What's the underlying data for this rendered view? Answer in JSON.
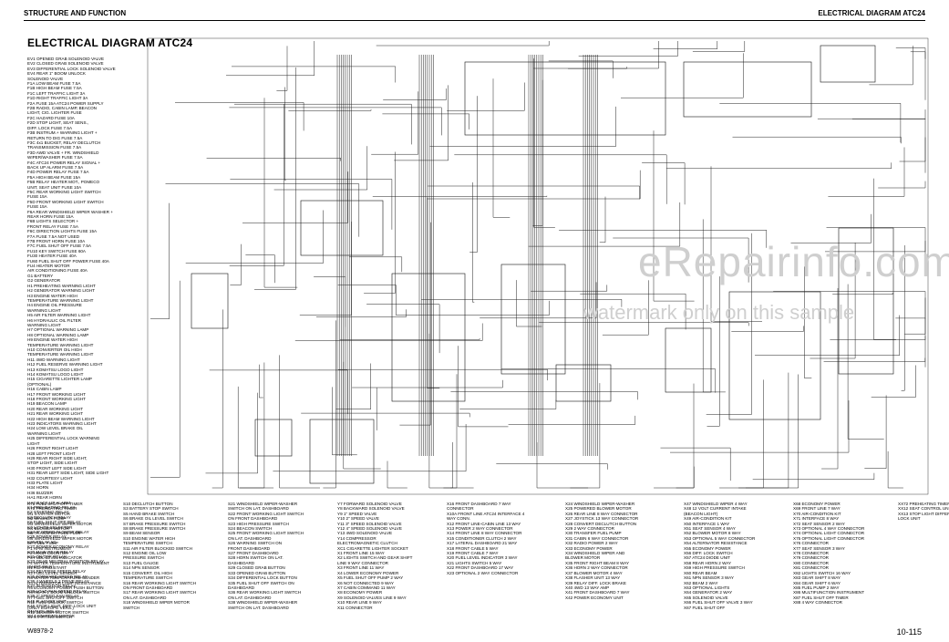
{
  "header": {
    "left": "STRUCTURE AND FUNCTION",
    "right": "ELECTRICAL DIAGRAM ATC24"
  },
  "title": "ELECTRICAL DIAGRAM ATC24",
  "legend": [
    "EV1  OPENED GRAB SOLENOID VALVE",
    "EV2  CLOSED GRAB SOLENOID VALVE",
    "EV3  DIFFERENTIAL LOCK SOLENOID VALVE",
    "EV4  REAR 1\" BOOM UNLOCK",
    "     SOLENOID VALVE",
    "F1A  LOW BEAM FUSE 7.5A",
    "F1B  HIGH BEAM FUSE 7.5A",
    "F1C  LEFT TRAFFIC LIGHT 3A",
    "F1D  RIGHT TRAFFIC LIGHT 3A",
    "F2A  FUSE 15A ATC24 POWER SUPPLY",
    "F2B  RADIO, CABIN LAMP, BEACON",
    "     LIGHT, CIG. LIGHTER FUSE",
    "F2C  HAZARD FUSE 10A",
    "F2D  STOP LIGHT, SEAT SENS.,",
    "     DIFF. LOCK FUSE 7.5A",
    "F3B  INSTRUM.+ WARNING LIGHT +",
    "     RETURN TO DIG FUSE 7.5A",
    "F3C  4x1 BUCKET, RELAY DECLUTCH",
    "     TRANSMISSION FUSE 7.5A",
    "F3D  AWD VALVE + FR. WINDSHIELD",
    "     WIPER/WASHER FUSE 7.5A",
    "F4C  ATC24 POWER RELAY SIGNAL +",
    "     BACK UP ALARM FUSE 7.5A",
    "F4D  POWER RELAY FUSE 7.5A",
    "F5A  HIGH BEAM FUSE 15A",
    "F5B  RELAY HEATER MOT., POMECO",
    "     UNIT, SEAT UNIT FUSE 10A",
    "F5C  REAR WORKING LIGHT SWITCH",
    "     FUSE 15A",
    "F5D  FRONT WORKING LIGHT SWITCH",
    "     FUSE 15A",
    "F6A  REAR WINDSHIELD WIPER WASHER +",
    "     REAR HORN FUSE 15A",
    "F6B  LIGHTS SELECTOR +",
    "     FRONT RELAY FUSE 7.5A",
    "F6C  DIRECTION LIGHTS FUSE 15A",
    "F7A  FUSE 7.5A NOT USED",
    "F7B  FRONT HORN FUSE 10A",
    "F7C  FUEL SHUT OFF FUSE 7.5A",
    "FU10 KEY SWITCH FUSE 60A",
    "FU30 HEATER FUSE 40A",
    "FU60 FUEL SHUT OFF POWER FUSE 40A",
    "FU4  HEATER MOTOR",
    "     AIR CONDITIONING FUSE 40A",
    "G1   BATTERY",
    "G2   GENERATOR",
    "H1   PREHEATING WARNING LIGHT",
    "H2   GENERATOR WARNING LIGHT",
    "H3   ENGINE WATER HIGH",
    "     TEMPERATURE WARNING LIGHT",
    "H4   ENGINE OIL PRESSURE",
    "     WARNING LIGHT",
    "H5   AIR FILTER WARNING LIGHT",
    "H6   HYDRAULIC OIL FILTER",
    "     WARNING LIGHT",
    "H7   OPTIONAL WARNING LAMP",
    "H8   OPTIONAL WARNING LAMP",
    "H9   ENGINE WATER HIGH",
    "     TEMPERATURE WARNING LIGHT",
    "H10  CONVERTER OIL HIGH",
    "     TEMPERATURE WARNING LIGHT",
    "H11  4WD WARNING LIGHT",
    "H12  FUEL RESERVE WARNING LIGHT",
    "H13  KOMATSU LOGO LIGHT",
    "H14  KOMATSU LOGO LIGHT",
    "H15  CIGARETTE LIGHTER LAMP",
    "     (OPTIONAL)",
    "H16  CABIN LAMP",
    "H17  FRONT WORKING LIGHT",
    "H18  FRONT WORKING LIGHT",
    "H19  BEACON LAMP",
    "H20  REAR WORKING LIGHT",
    "H21  REAR WORKING LIGHT",
    "H22  HIGH BEAM WARNING LIGHT",
    "H23  INDICATORS WARNING LIGHT",
    "H24  LOW LEVEL BRAKE OIL",
    "     WARNING LIGHT",
    "H25  DIFFERENTIAL LOCK WARNING",
    "     LIGHT",
    "H26  FRONT RIGHT LIGHT",
    "H28  LEFT FRONT LIGHT",
    "H29  REAR RIGHT SIDE LIGHT,",
    "     STOP LIGHT, SIDE LIGHT",
    "H30  FRONT LEFT SIDE LIGHT",
    "H31  REAR LEFT SIDE LIGHT, SIDE LIGHT",
    "H32  COURTESY LIGHT",
    "H33  PLATE LIGHT",
    "H34  HORN",
    "H36  BUZZER",
    "HA1  REAR HORN",
    "HA2  BACK UP ALARM",
    "K1   PREHEATING RELAY",
    "K2   STARTING RELAY",
    "K3   DECLUTCH RELAY",
    "K6   FUEL SHUT OFF RELAY",
    "K7   LIGHTS SELECTOR",
    "K24  3\" SPEED BLOWER RELAY",
    "K25  POWER RELAY",
    "K26  RELAY AC",
    "K27  POWER ECONOMY RELAY",
    "K30  MAIN REAR RELAY",
    "K31  ON/OFF RELAY",
    "K33  GEAR NEUTRAL POSITION RELAY",
    "     (SHIFT ON N)",
    "K34  REVERSE SPEED RELAY",
    "K35  FORWARD SPEED RELAY",
    "K36  4 WHEELS 2 DRIVE RELAY",
    "K37  IN POSITION RELAY",
    "K38  LOAD FAN SPEED RELAY",
    "K39  2\" SPEED FAN RELAY",
    "K45  FLASHER UNIT",
    "K46  STOP LIGHT, DIFF. LOCK UNIT",
    "     ON FUEL RELAY",
    "W14  STARTING MOTOR"
  ],
  "columns": [
    [
      "K71  FUEL SHUT OFF TIMER",
      "K75  PREHEATING TIMER",
      "M1   STARTER MOTOR",
      "M2   WASHER PUMP",
      "M3   WINDSHIELD WIPER MOTOR",
      "M4   BLOWER MOTOR",
      "M5   TRANSFER FUEL PUMP",
      "M6   WINDSHIELD WIPER MOTOR",
      "M7   FUEL PUMP",
      "P1   RPM INSTRUMENT",
      "P2   HOUR COUNTER",
      "P3   FUEL LEVEL INDICATOR",
      "P4   WATER TEMPERATURE INSTRUMENT",
      "R1   HEATING START",
      "R2   FUEL LEVEL SENDER",
      "R3   WATER TEMPERATURE SENDER",
      "R4   ALTERNATOR LAMP RESISTANCE",
      "R5   ECONOMY POWER PUSH BUTTON",
      "R6   REAR 1\"BOOM UNLOCK SWITCH",
      "R7   FUEL SHUTOFF SWITCH",
      "R11  FUEL UNLOCK SWITCH",
      "     (ONLY EUROPE VERS.)",
      "R12  BLOWER MOTOR SWITCH",
      "S1   STARTING SWITCH"
    ],
    [
      "S10  DECLUTCH BUTTON",
      "S3   BATTERY STOP SWITCH",
      "S5   HAND BRAKE SWITCH",
      "S6   BRAKE OIL LEVEL SWITCH",
      "S7   BRAKE PRESSURE SWITCH",
      "S8   BRAKE PRESSURE SWITCH",
      "S9   BEAM SENSOR",
      "S10  ENGINE WATER HIGH",
      "     TEMPERATURE SWITCH",
      "S11  AIR FILTER BLOCKED SWITCH",
      "S12  ENGINE OIL LOW",
      "     PRESSURE SWITCH",
      "S13  FUEL GAUGE",
      "S14  NPN SENSOR",
      "S15  CONVERT. OIL HIGH",
      "     TEMPERATURE SWITCH",
      "S16  REAR WORKING LIGHT SWITCH",
      "     ON FRONT DASHBOARD",
      "S17  REAR WORKING LIGHT SWITCH",
      "     ON LAT. DASHBOARD",
      "S18  WINDSHIELD WIPER MOTOR",
      "     SWITCH"
    ],
    [
      "S21  WINDSHIELD WIPER-WASHER",
      "     SWITCH ON LAT. DASHBOARD",
      "S22  FRONT WORKING LIGHT SWITCH",
      "     ON FRONT DASHBOARD",
      "S23  HIGH PRESSURE SWITCH",
      "S24  BEACON SWITCH",
      "S25  FRONT WORKING LIGHT SWITCH",
      "     ON LAT. DASHBOARD",
      "S26  WARNING SWITCH ON",
      "     FRONT DASHBOARD",
      "S27  FRONT DASHBOARD",
      "S28  HORN SWITCH ON LAT.",
      "     DASHBOARD",
      "S29  CLOSED GRAB BUTTON",
      "S33  OPENED GRAB BUTTON",
      "S34  DIFFERENTIAL LOCK BUTTON",
      "S35  FUEL SHUT OFF SWITCH ON",
      "     DASHBOARD",
      "S36  REAR WORKING LIGHT SWITCH",
      "     ON LAT. DASHBOARD",
      "S38  WINDSHIELD WIPER-WASHER",
      "     SWITCH ON LAT. DASHBOARD"
    ],
    [
      "Y7   FORWARD SOLENOID VALVE",
      "Y8   BACKWARD SOLENOID VALVE",
      "Y9   1\" SPEED VALVE",
      "Y10  2\" SPEED VALVE",
      "Y11  3\" SPEED SOLENOID VALVE",
      "Y12  4\" SPEED SOLENOID VALVE",
      "Y13  4WD SOLENOID VALVE",
      "Y14  COMPRESSOR",
      "     ELECTROMAGNETIC CLUTCH",
      "XC1  CIGARETTE LIGHTER SOCKET",
      "X1   FRONT LINE 15 WAY",
      "X2   LIGHTS SWITCH AND GEAR SHIFT",
      "     LINE 9 WAY CONNECTOR",
      "X3   FRONT LINE 11 WAY",
      "X4   LOWER ECONOMY POWER",
      "X5   FUEL SHUT OFF PUMP 2 WAY",
      "X6   NOT CONNECTED 9 WAY",
      "X7   CABIN COMMAND 11 WAY",
      "X8   ECONOMY POWER",
      "X9   SOLENOID VALVES LINE 9 WAY",
      "X10  REAR LINE 9 WAY",
      "X11  CONNECTOR"
    ],
    [
      "X16  FRONT DASHBOARD 7 WAY",
      "     CONNECTOR",
      "X10A FRONT LINE ATC24 INTERFACE 4",
      "     WAY CONN.",
      "X12  FRONT LINE-CABIN LINE 13 WAY",
      "X13  POWER 2 WAY CONNECTOR",
      "X14  FRONT LINE 8 WAY CONNECTOR",
      "X15  CONDITIONER CLUTCH 2 WAY",
      "X17  LATERAL DASHBOARD 21 WAY",
      "X18  FRONT CABLE 5 WAY",
      "X19  FRONT CABLE 7 WAY",
      "X20  FUEL LEVEL INDICATOR 3 WAY",
      "X21  LIGHTS SWITCH 5 WAY",
      "X22  FRONT DASHBOARD 17 WAY",
      "X23  OPTIONAL 2 WAY CONNECTOR"
    ],
    [
      "X24  WINDSHIELD WIPER-WASHER",
      "X25  POWERED BLOWER MOTOR",
      "X26  REAR LINE 8 WAY CONNECTOR",
      "X27  JOYSTICK 13 WAY CONNECTOR",
      "X28  CONVERT DECLUTCH BUTTON",
      "X29  2 WAY CONNECTOR",
      "X30  TRANSFER FUEL PUMP",
      "X31  CABIN 6 WAY CONNECTOR",
      "X32  RADIO POWER 2 WAY",
      "X33  ECONOMY POWER",
      "X34  WINDSHIELD WIPER AND",
      "     BLOWER MOTOR",
      "X35  FRONT RIGHT BEAM 8 WAY",
      "X36  HORN 2 WAY CONNECTOR",
      "X37  BLOWER MOTOR 4 WAY",
      "X38  FLASHER UNIT 13 WAY",
      "X39  RELAY DIFF. LOCK BRAKE",
      "X40  4WD 13 WAY AMP",
      "X41  FRONT DASHBOARD 7 WAY",
      "X42  POWER ECONOMY UNIT"
    ],
    [
      "X47  WINDSHIELD WIPER 4 WAY",
      "X48  12 VOLT CURRENT INTAKE",
      "     (BEACON LIGHT)",
      "X49  AIR-CONDITION KIT",
      "X50  INTERFACE 1 WAY",
      "X51  SEAT SENSOR 4 WAY",
      "X52  BLOWER MOTOR 8 WAY",
      "X53  OPTIONAL 5 WAY CONNECTOR",
      "X54  ALTERNATOR RESISTANCE",
      "X55  ECONOMY POWER",
      "X56  DIFF. LOCK SWITCH",
      "X57  ATC24 DIODE UNIT",
      "X58  REAR HORN 2 WAY",
      "X59  HIGH PRESSURE SWITCH",
      "X60  REAR BEAM",
      "X61  NPN SENSOR 3 WAY",
      "X62  BEAM 2 WAY",
      "X63  OPTIONAL LIGHTS",
      "X64  GENERATOR 2 WAY",
      "X65  SOLENOID VALVE",
      "X66  FUEL SHUT OFF VALVE 3 WAY",
      "X67  FUEL SHUT OFF"
    ],
    [
      "X68  ECONOMY POWER",
      "X69  FRONT LINE 7 WAY",
      "X70  AIR-CONDITION KIT",
      "X71  INTERFACE 8 WAY",
      "X72  SEAT SENSOR 2 WAY",
      "X73  OPTIONAL 4 WAY CONNECTOR",
      "X74  OPTIONAL LIGHT CONNECTOR",
      "X75  OPTIONAL LIGHT CONNECTOR",
      "X76  CONNECTOR",
      "X77  SEAT SENSOR 3 WAY",
      "X78  CONNECTOR",
      "X79  CONNECTOR",
      "X80  CONNECTOR",
      "X81  CONNECTOR",
      "X82  LIGHTS SWITCH 16 WAY",
      "X83  GEAR SHIFT 8 WAY",
      "X84  GEAR SHIFT 6 WAY",
      "X85  FUEL PUMP 2 WAY",
      "X86  MULTIFUNCTION INSTRUMENT",
      "X87  FUEL SHUT OFF TIMER",
      "X88  4 WAY CONNECTOR"
    ],
    [
      "XX72 PREHEATING TIMER",
      "XX12 SEAT CONTROL UNIT",
      "XX13 STOP LIGHT DIFFERENTIAL",
      "     LOCK UNIT"
    ]
  ],
  "watermark": {
    "main": "eRepairinfo.com",
    "sub": "watermark only on this sample"
  },
  "footer": {
    "left": "W8978-2",
    "right": "10-115"
  }
}
